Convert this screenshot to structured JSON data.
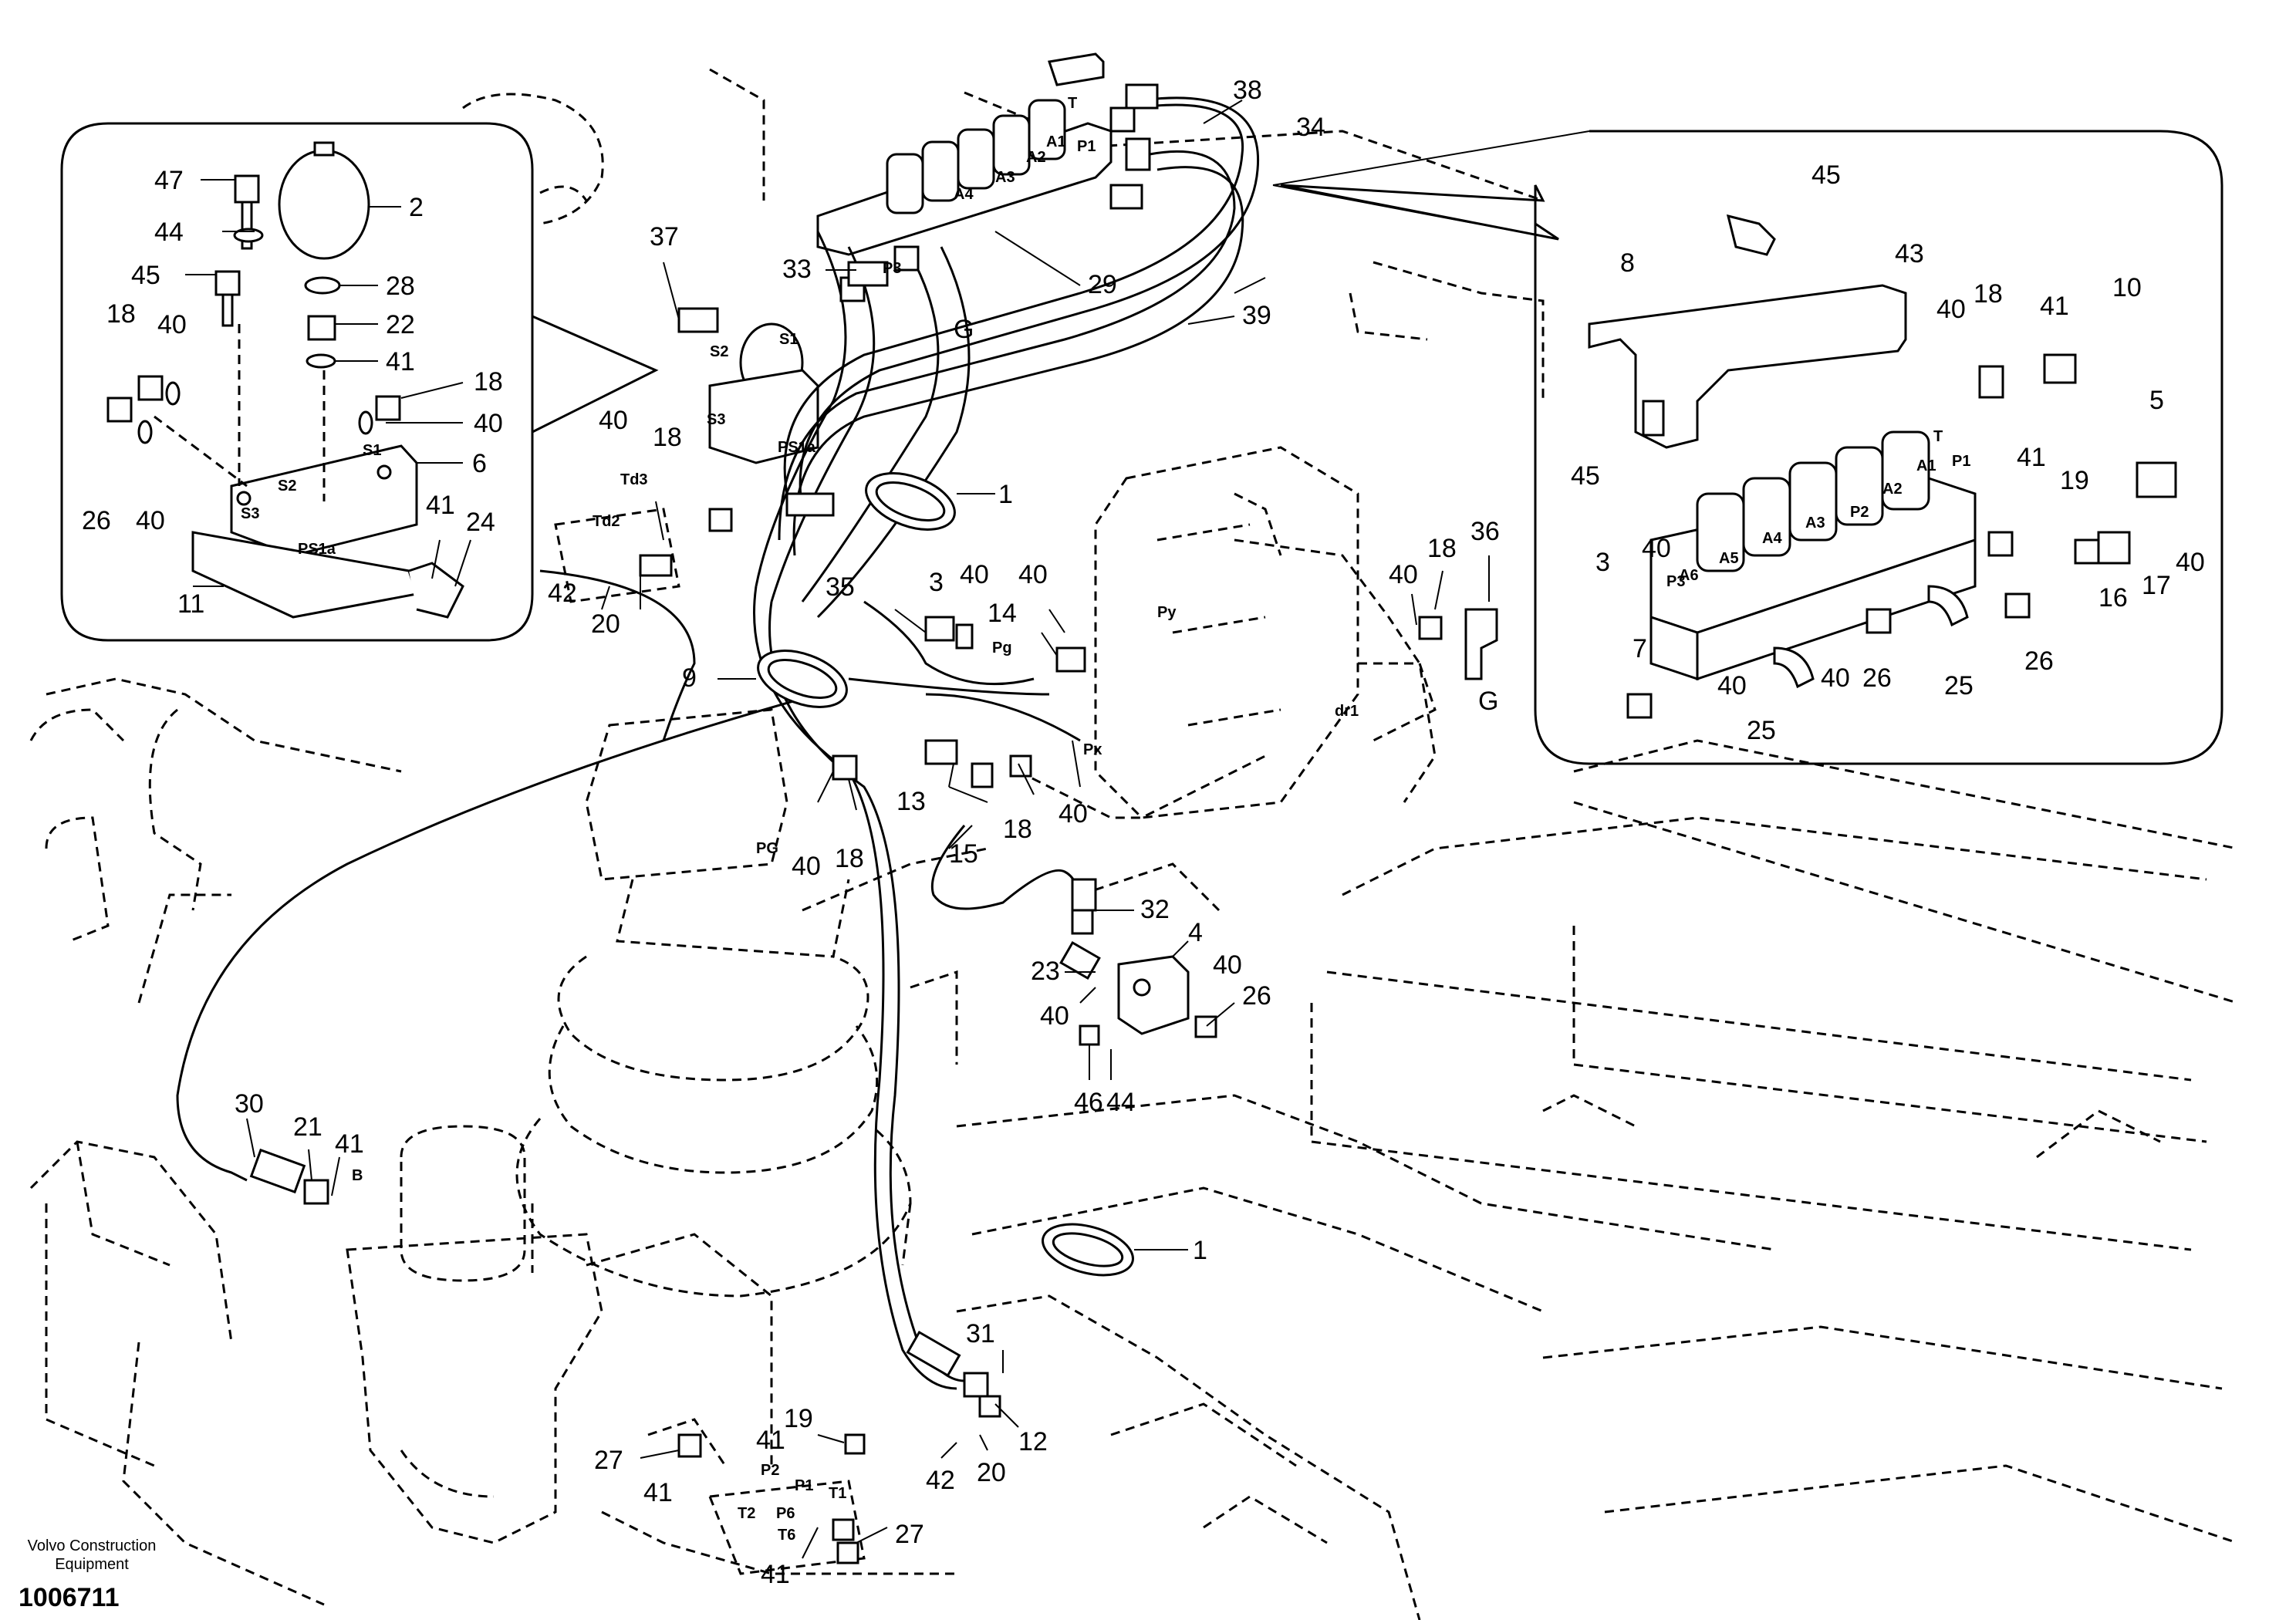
{
  "footer": {
    "brand_line1": "Volvo Construction",
    "brand_line2": "Equipment",
    "document_number": "1006711"
  },
  "callouts": {
    "c1a": "1",
    "c1b": "1",
    "c2": "2",
    "c3a": "3",
    "c3b": "3",
    "c4": "4",
    "c5": "5",
    "c6": "6",
    "c7": "7",
    "c8": "8",
    "c9": "9",
    "c10": "10",
    "c11": "11",
    "c12": "12",
    "c13": "13",
    "c14": "14",
    "c15": "15",
    "c16": "16",
    "c17": "17",
    "c18a": "18",
    "c18b": "18",
    "c18c": "18",
    "c18d": "18",
    "c18e": "18",
    "c18f": "18",
    "c18g": "18",
    "c19a": "19",
    "c19b": "19",
    "c20a": "20",
    "c20b": "20",
    "c21": "21",
    "c22": "22",
    "c23": "23",
    "c24": "24",
    "c25a": "25",
    "c25b": "25",
    "c26a": "26",
    "c26b": "26",
    "c26c": "26",
    "c26d": "26",
    "c27a": "27",
    "c27b": "27",
    "c28": "28",
    "c29": "29",
    "c30": "30",
    "c31": "31",
    "c32": "32",
    "c33": "33",
    "c34": "34",
    "c35": "35",
    "c36": "36",
    "c37": "37",
    "c38": "38",
    "c39": "39",
    "c40a": "40",
    "c40b": "40",
    "c40c": "40",
    "c40d": "40",
    "c40e": "40",
    "c40f": "40",
    "c40g": "40",
    "c40h": "40",
    "c40i": "40",
    "c40j": "40",
    "c40k": "40",
    "c40l": "40",
    "c40m": "40",
    "c40n": "40",
    "c40o": "40",
    "c40p": "40",
    "c41a": "41",
    "c41b": "41",
    "c41c": "41",
    "c41d": "41",
    "c41e": "41",
    "c41f": "41",
    "c41g": "41",
    "c41h": "41",
    "c42a": "42",
    "c42b": "42",
    "c43": "43",
    "c44a": "44",
    "c44b": "44",
    "c45a": "45",
    "c45b": "45",
    "c45c": "45",
    "c46": "46",
    "c47": "47",
    "cGa": "G",
    "cGb": "G"
  },
  "ports": {
    "S1a": "S1",
    "S2a": "S2",
    "S3a": "S3",
    "PS1a": "PS1a",
    "S1b": "S1",
    "S2b": "S2",
    "S3b": "S3",
    "PS1b": "PS1a",
    "T_top": "T",
    "P1_top": "P1",
    "A2_top": "A2",
    "A3_top": "A3",
    "A4_top": "A4",
    "P3_top": "P3",
    "Ap_top": "A1",
    "T_right": "T",
    "P1_right": "P1",
    "A1_right": "A1",
    "A2_right": "A2",
    "P2_right": "P2",
    "A3_right": "A3",
    "A4_right": "A4",
    "A5_right": "A5",
    "A6_right": "A6",
    "P3_right": "P3",
    "Td3": "Td3",
    "Td2": "Td2",
    "Py": "Py",
    "Pg": "Pg",
    "Px": "Px",
    "dr1": "dr1",
    "PG": "PG",
    "B": "B",
    "P2_bot": "P2",
    "P1_bot": "P1",
    "T1_bot": "T1",
    "T2_bot": "T2",
    "P6_bot": "P6",
    "T6_bot": "T6"
  }
}
